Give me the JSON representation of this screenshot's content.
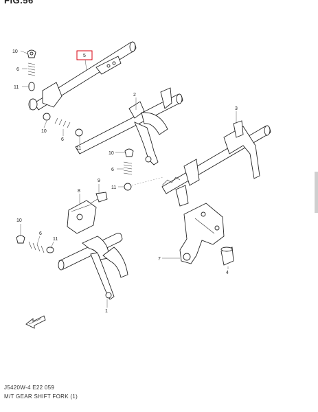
{
  "figure": {
    "title": "FIG.56"
  },
  "footer": {
    "drawing_code": "J5420W-4 E22  059",
    "caption": "M/T GEAR SHIFT FORK (1)"
  },
  "callouts": {
    "c10a": "10",
    "c6a": "6",
    "c11a": "11",
    "c5": "5",
    "c2": "2",
    "c10b": "10",
    "c6b": "6",
    "c11b": "11",
    "c3": "3",
    "c10c": "10",
    "c6c": "6",
    "c11c": "11",
    "c8": "8",
    "c9": "9",
    "c10d": "10",
    "c6d": "6",
    "c11d": "11",
    "c7": "7",
    "c4": "4",
    "c1": "1"
  },
  "colors": {
    "highlight_box": "#d9000f",
    "ink": "#222222"
  },
  "icons": {
    "front_arrow": "front-direction-arrow-icon"
  }
}
